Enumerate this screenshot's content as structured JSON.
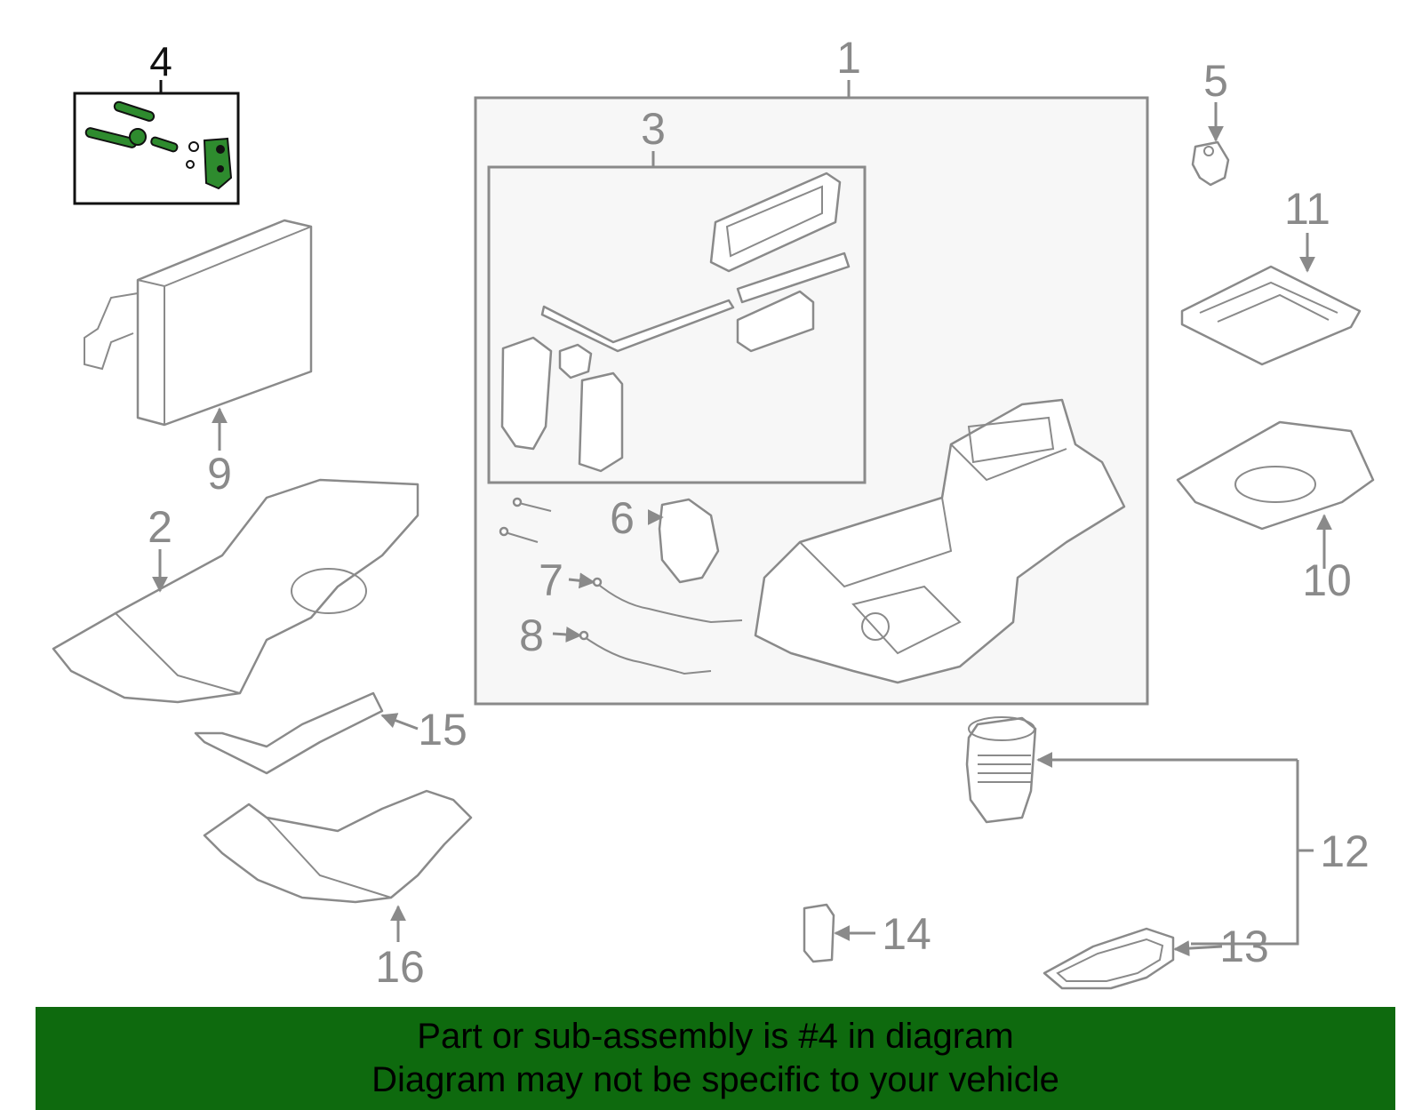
{
  "colors": {
    "banner_background": "#0e6a0e",
    "part_line": "#8a8a8a",
    "highlight_part": "#2e8b2e",
    "assembly_box_fill": "#f7f7f7"
  },
  "callouts": {
    "c1": "1",
    "c2": "2",
    "c3": "3",
    "c4": "4",
    "c5": "5",
    "c6": "6",
    "c7": "7",
    "c8": "8",
    "c9": "9",
    "c10": "10",
    "c11": "11",
    "c12": "12",
    "c13": "13",
    "c14": "14",
    "c15": "15",
    "c16": "16"
  },
  "highlighted_callout": "4",
  "banner": {
    "line1": "Part or sub-assembly is #4 in diagram",
    "line2": "Diagram may not be specific to your vehicle"
  }
}
